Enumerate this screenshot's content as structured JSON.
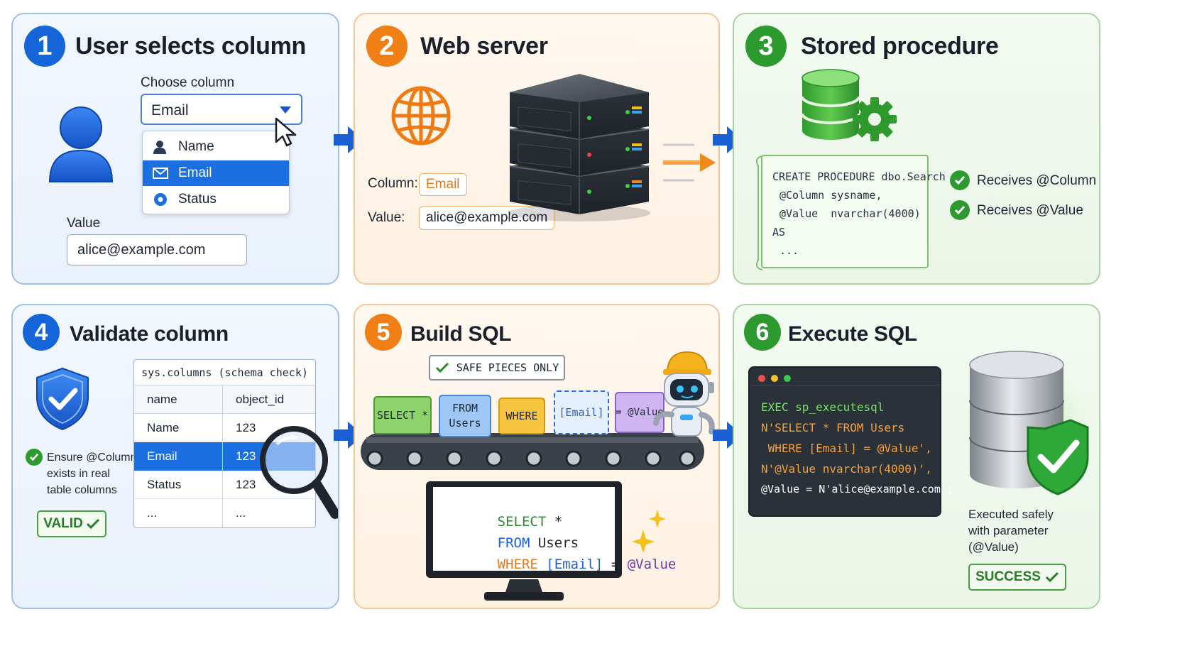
{
  "panel1": {
    "number": "1",
    "title": "User selects column",
    "choose_label": "Choose column",
    "selected": "Email",
    "options": [
      "Name",
      "Email",
      "Status"
    ],
    "value_label": "Value",
    "value": "alice@example.com",
    "icons": [
      "user-icon",
      "chevron-down-icon",
      "cursor-icon"
    ]
  },
  "panel2": {
    "number": "2",
    "title": "Web server",
    "column_label": "Column:",
    "column_value": "Email",
    "value_label": "Value:",
    "value": "alice@example.com",
    "icons": [
      "globe-icon",
      "server-icon"
    ]
  },
  "panel3": {
    "number": "3",
    "title": "Stored procedure",
    "code": [
      "CREATE PROCEDURE dbo.Search",
      "@Column sysname,",
      "@Value  nvarchar(4000)",
      "AS",
      "..."
    ],
    "checks": [
      "Receives @Column",
      "Receives @Value"
    ],
    "icons": [
      "database-gear-icon"
    ]
  },
  "panel4": {
    "number": "4",
    "title": "Validate column",
    "table_title": "sys.columns (schema check)",
    "headers": [
      "name",
      "object_id"
    ],
    "rows": [
      [
        "Name",
        "123"
      ],
      [
        "Email",
        "123"
      ],
      [
        "Status",
        "123"
      ],
      [
        "...",
        "..."
      ]
    ],
    "check_text": [
      "Ensure @Column",
      "exists in real",
      "table columns"
    ],
    "status": "VALID",
    "icons": [
      "shield-check-icon",
      "magnifier-icon"
    ]
  },
  "panel5": {
    "number": "5",
    "title": "Build SQL",
    "safe_label": "SAFE PIECES ONLY",
    "blocks": [
      "SELECT *",
      "FROM\nUsers",
      "WHERE",
      "[Email]",
      "= @Value"
    ],
    "sql": {
      "kw1": "SELECT",
      "rest1": " *",
      "kw2": "FROM",
      "rest2": " Users",
      "kw3": "WHERE",
      "col": "[Email]",
      "eq": " = ",
      "param": "@Value"
    },
    "icons": [
      "robot-icon",
      "conveyor-icon",
      "monitor-icon",
      "sparkle-icon"
    ]
  },
  "panel6": {
    "number": "6",
    "title": "Execute SQL",
    "code": [
      "EXEC sp_executesql",
      "N'SELECT * FROM Users",
      " WHERE [Email] = @Value',",
      "N'@Value nvarchar(4000)',",
      "@Value = N'alice@example.com';"
    ],
    "result_text": [
      "Executed safely",
      "with parameter",
      "(@Value)"
    ],
    "status": "SUCCESS",
    "icons": [
      "database-check-icon"
    ]
  },
  "colors": {
    "blue": "#1565d8",
    "orange": "#f07f16",
    "green": "#2c9a2f"
  }
}
